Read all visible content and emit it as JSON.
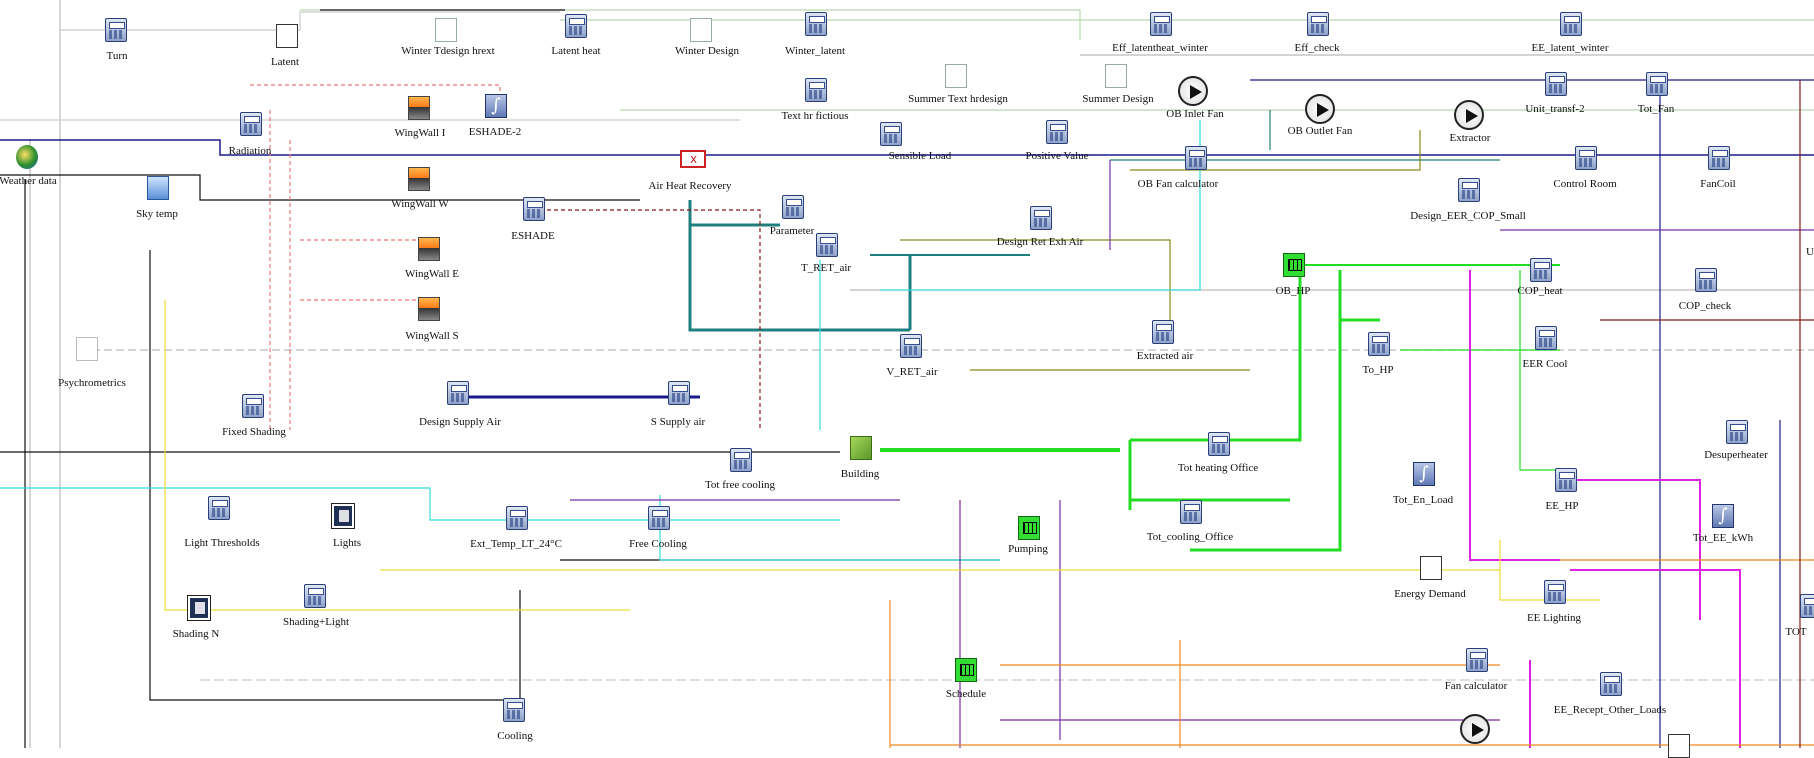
{
  "app": {
    "description_free": true
  },
  "colors": {
    "teal": "#1f7f7f",
    "green": "#22dd22",
    "dark_green": "#2e8b57",
    "cyan": "#33dddd",
    "magenta": "#dd22dd",
    "purple": "#7a2fa0",
    "orange": "#ee8822",
    "olive": "#8a8a1a",
    "navy": "#1a1a8a",
    "pink": "#ee7777",
    "light_gray": "#bbbbbb",
    "pale_green": "#b8d8b0",
    "dark_red": "#8b1a1a",
    "yellow": "#eedd33",
    "black": "#111111",
    "blue": "#2233cc"
  },
  "components": [
    {
      "id": "turn",
      "label": "Turn",
      "icon": "calc"
    },
    {
      "id": "latent",
      "label": "Latent",
      "icon": "doc"
    },
    {
      "id": "winter_tdesign_hrext",
      "label": "Winter  Tdesign  hrext",
      "icon": "plot"
    },
    {
      "id": "latent_heat",
      "label": "Latent heat",
      "icon": "calc"
    },
    {
      "id": "winter_design",
      "label": "Winter Design",
      "icon": "plot"
    },
    {
      "id": "winter_latent",
      "label": "Winter_latent",
      "icon": "calc"
    },
    {
      "id": "eff_latentheat_winter",
      "label": "Eff_latentheat_winter",
      "icon": "calc"
    },
    {
      "id": "eff_check",
      "label": "Eff_check",
      "icon": "calc"
    },
    {
      "id": "ee_latent_winter",
      "label": "EE_latent_winter",
      "icon": "calc"
    },
    {
      "id": "weather_data",
      "label": "Weather data",
      "icon": "weather"
    },
    {
      "id": "radiation",
      "label": "Radiation",
      "icon": "calc"
    },
    {
      "id": "wingwall_1",
      "label": "WingWall I",
      "icon": "wall"
    },
    {
      "id": "eshade_2",
      "label": "ESHADE-2",
      "icon": "integ"
    },
    {
      "id": "text_hr_fictious",
      "label": "Text  hr  fictious",
      "icon": "calc"
    },
    {
      "id": "summer_text_hrdesign",
      "label": "Summer  Text  hrdesign",
      "icon": "plot"
    },
    {
      "id": "summer_design",
      "label": "Summer Design",
      "icon": "plot"
    },
    {
      "id": "ob_inlet_fan",
      "label": "OB  Inlet  Fan",
      "icon": "fan"
    },
    {
      "id": "unit_transf_2",
      "label": "Unit_transf-2",
      "icon": "calc"
    },
    {
      "id": "tot_fan",
      "label": "Tot_Fan",
      "icon": "calc"
    },
    {
      "id": "ob_outlet_fan",
      "label": "OB  Outlet  Fan",
      "icon": "fan"
    },
    {
      "id": "extractor",
      "label": "Extractor",
      "icon": "fan"
    },
    {
      "id": "sky_temp",
      "label": "Sky temp",
      "icon": "sky"
    },
    {
      "id": "wingwall_w",
      "label": "WingWall W",
      "icon": "wall"
    },
    {
      "id": "air_heat_recovery",
      "label": "Air Heat Recovery",
      "icon": "hx"
    },
    {
      "id": "sensible_load",
      "label": "Sensible Load",
      "icon": "calc"
    },
    {
      "id": "positive_value",
      "label": "Positive Value",
      "icon": "calc"
    },
    {
      "id": "ob_fan_calculator",
      "label": "OB  Fan  calculator",
      "icon": "calc"
    },
    {
      "id": "control_room",
      "label": "Control Room",
      "icon": "calc"
    },
    {
      "id": "fancoil",
      "label": "FanCoil",
      "icon": "calc"
    },
    {
      "id": "eshade",
      "label": "ESHADE",
      "icon": "calc"
    },
    {
      "id": "parameter",
      "label": "Parameter",
      "icon": "calc"
    },
    {
      "id": "design_ret_exh_air",
      "label": "Design Ret  Exh  Air",
      "icon": "calc"
    },
    {
      "id": "design_eer_cop_small",
      "label": "Design_EER_COP_Small",
      "icon": "calc"
    },
    {
      "id": "wingwall_e",
      "label": "WingWall E",
      "icon": "wall"
    },
    {
      "id": "t_ret_air",
      "label": "T_RET_air",
      "icon": "calc"
    },
    {
      "id": "ob_hp",
      "label": "OB_HP",
      "icon": "green"
    },
    {
      "id": "cop_heat",
      "label": "COP_heat",
      "icon": "calc"
    },
    {
      "id": "cop_check",
      "label": "COP_check",
      "icon": "calc"
    },
    {
      "id": "wingwall_s",
      "label": "WingWall S",
      "icon": "wall"
    },
    {
      "id": "extracted_air",
      "label": "Extracted  air",
      "icon": "calc"
    },
    {
      "id": "to_hp",
      "label": "To_HP",
      "icon": "calc"
    },
    {
      "id": "eer_cool",
      "label": "EER  Cool",
      "icon": "calc"
    },
    {
      "id": "psychrometrics",
      "label": "Psychrometrics",
      "icon": "psy"
    },
    {
      "id": "v_ret_air",
      "label": "V_RET_air",
      "icon": "calc"
    },
    {
      "id": "design_supply_air",
      "label": "Design Supply Air",
      "icon": "calc"
    },
    {
      "id": "s_supply_air",
      "label": "S  Supply air",
      "icon": "calc"
    },
    {
      "id": "fixed_shading",
      "label": "Fixed Shading",
      "icon": "calc"
    },
    {
      "id": "desuperheater",
      "label": "Desuperheater",
      "icon": "calc"
    },
    {
      "id": "tot_free_cooling",
      "label": "Tot  free  cooling",
      "icon": "calc"
    },
    {
      "id": "building",
      "label": "Building",
      "icon": "building"
    },
    {
      "id": "tot_heating_office",
      "label": "Tot  heating  Office",
      "icon": "calc"
    },
    {
      "id": "tot_en_load",
      "label": "Tot_En_Load",
      "icon": "integ"
    },
    {
      "id": "ee_hp",
      "label": "EE_HP",
      "icon": "calc"
    },
    {
      "id": "light_thresholds",
      "label": "Light Thresholds",
      "icon": "calc"
    },
    {
      "id": "lights",
      "label": "Lights",
      "icon": "light"
    },
    {
      "id": "ext_temp_lt_24c",
      "label": "Ext_Temp_LT_24°C",
      "icon": "calc"
    },
    {
      "id": "free_cooling",
      "label": "Free Cooling",
      "icon": "calc"
    },
    {
      "id": "pumping",
      "label": "Pumping",
      "icon": "green"
    },
    {
      "id": "tot_cooling_office",
      "label": "Tot_cooling_Office",
      "icon": "calc"
    },
    {
      "id": "tot_ee_kwh",
      "label": "Tot_EE_kWh",
      "icon": "integ"
    },
    {
      "id": "energy_demand",
      "label": "Energy Demand",
      "icon": "doc"
    },
    {
      "id": "ee_lighting",
      "label": "EE  Lighting",
      "icon": "calc"
    },
    {
      "id": "shading_n",
      "label": "Shading N",
      "icon": "light"
    },
    {
      "id": "shading_light",
      "label": "Shading+Light",
      "icon": "calc"
    },
    {
      "id": "tot",
      "label": "TOT",
      "icon": "calc"
    },
    {
      "id": "schedule",
      "label": "Schedule",
      "icon": "green"
    },
    {
      "id": "fan_calculator",
      "label": "Fan  calculator",
      "icon": "calc"
    },
    {
      "id": "ee_recept_other_loads",
      "label": "EE_Recept_Other_Loads",
      "icon": "calc"
    },
    {
      "id": "cooling",
      "label": "Cooling",
      "icon": "calc"
    },
    {
      "id": "pump_bottom",
      "label": "",
      "icon": "fan"
    },
    {
      "id": "doc_bottom",
      "label": "",
      "icon": "doc"
    },
    {
      "id": "edge_u",
      "label": "U",
      "icon": "none"
    }
  ]
}
